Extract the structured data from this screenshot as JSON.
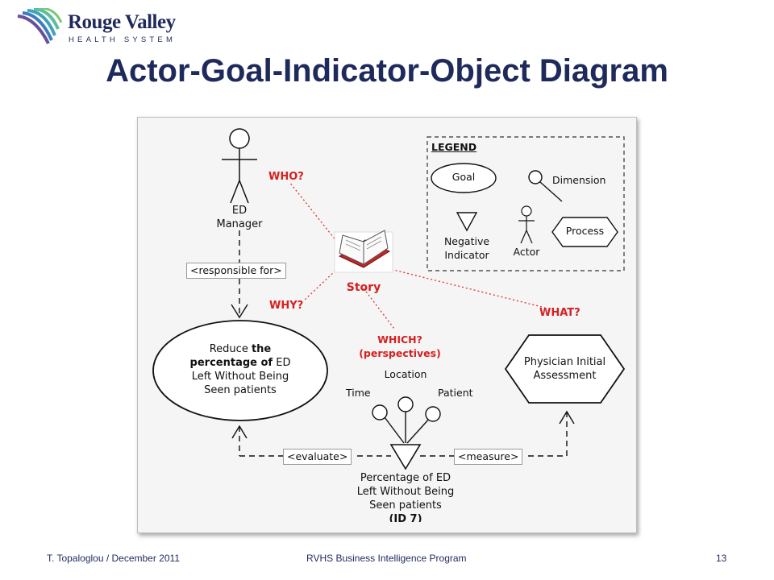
{
  "header": {
    "logo_name": "Rouge Valley",
    "logo_subtitle": "HEALTH SYSTEM",
    "title": "Actor-Goal-Indicator-Object Diagram"
  },
  "diagram": {
    "legend": {
      "title": "LEGEND",
      "goal": "Goal",
      "dimension": "Dimension",
      "negative_indicator": [
        "Negative",
        "Indicator"
      ],
      "actor": "Actor",
      "process": "Process"
    },
    "actor_label": [
      "ED",
      "Manager"
    ],
    "who": "WHO?",
    "why": "WHY?",
    "what": "WHAT?",
    "which": [
      "WHICH?",
      "(perspectives)"
    ],
    "story": "Story",
    "responsible_for": "<responsible for>",
    "evaluate": "<evaluate>",
    "measure": "<measure>",
    "goal_text": {
      "line1_a": "Reduce ",
      "line1_b": "the",
      "line2_a": "percentage of",
      "line2_b": " ED",
      "line3": "Left Without Being",
      "line4": "Seen patients"
    },
    "process_text": [
      "Physician Initial",
      "Assessment"
    ],
    "dimensions": [
      "Location",
      "Time",
      "Patient"
    ],
    "indicator_text": [
      "Percentage of ED",
      "Left Without Being",
      "Seen patients",
      "(ID 7)"
    ]
  },
  "footer": {
    "left": "T. Topaloglou / December 2011",
    "center": "RVHS Business Intelligence Program",
    "page": "13"
  },
  "colors": {
    "title": "#1f2a5c",
    "accent_red": "#d62020",
    "diagram_bg": "#f5f5f5"
  },
  "icons": [
    "wing-logo-icon",
    "story-book-icon",
    "actor-stick-figure-icon"
  ]
}
